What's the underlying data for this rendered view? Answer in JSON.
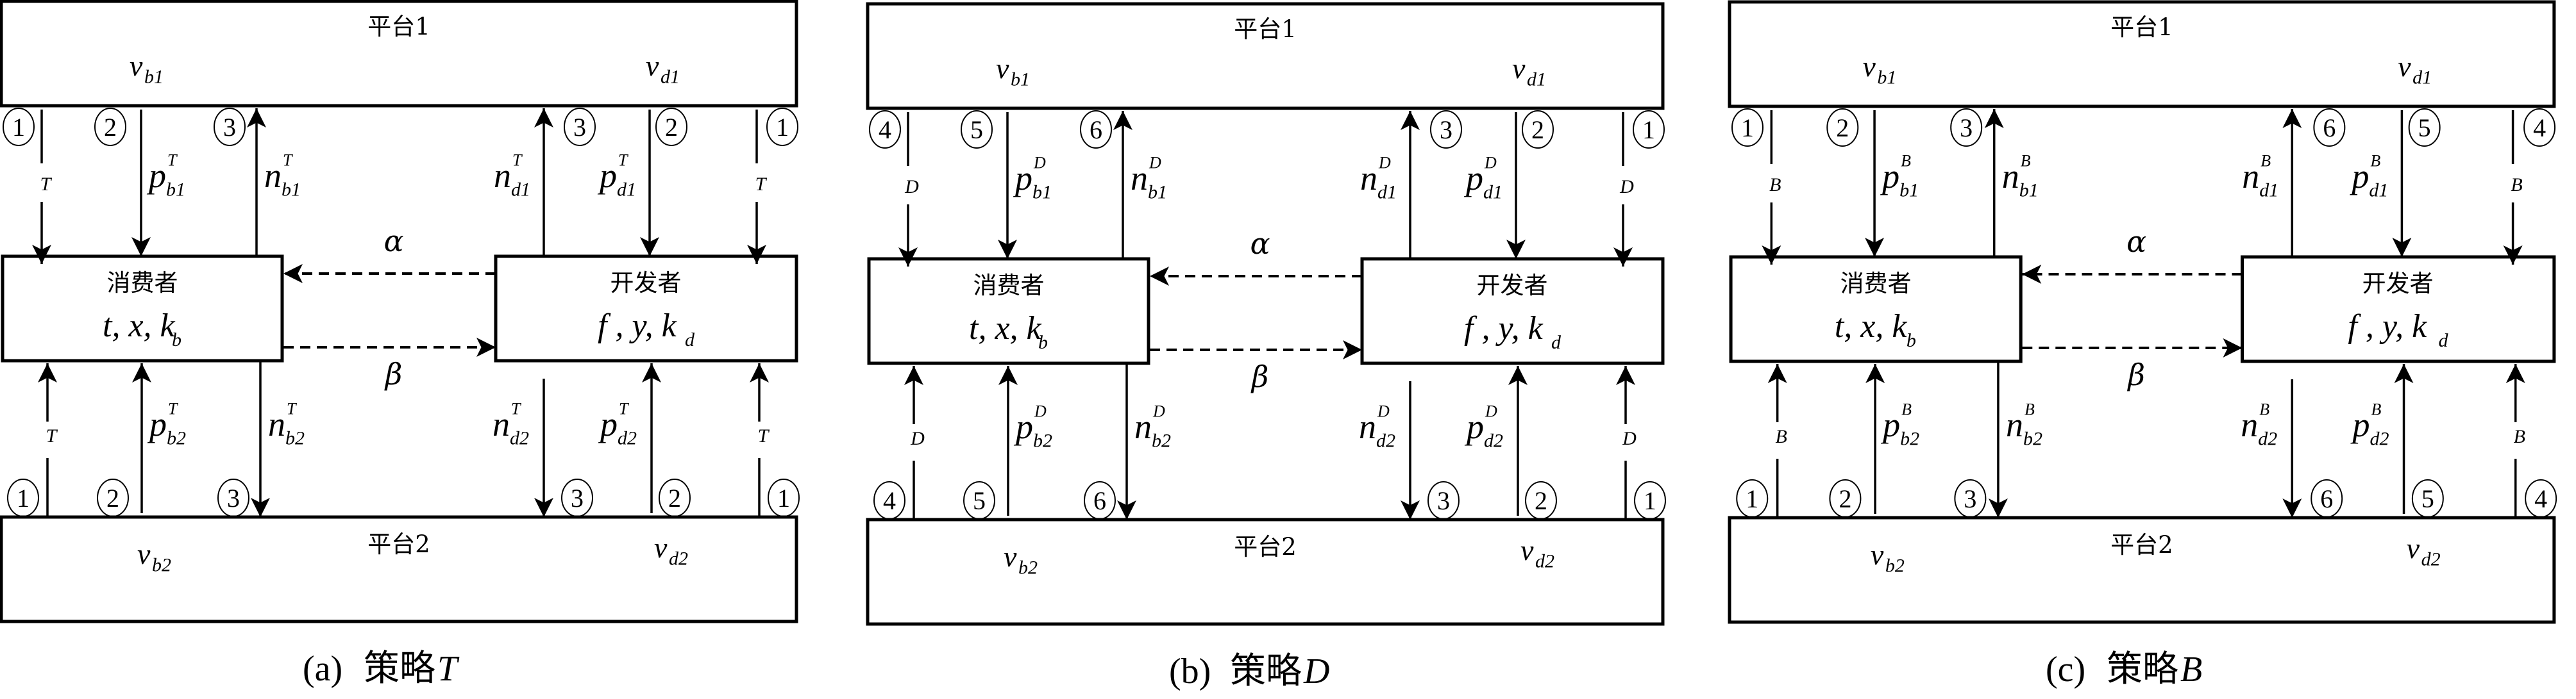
{
  "figure": {
    "panels": [
      {
        "id": "a",
        "caption_prefix": "(a) ",
        "caption_cjk": "策略",
        "caption_var": "T",
        "strategy_symbol": "T",
        "platform_top": {
          "title": "平台1",
          "left_var": "v",
          "left_sub": "b1",
          "right_var": "v",
          "right_sub": "d1"
        },
        "platform_bottom": {
          "title": "平台2",
          "left_var": "v",
          "left_sub": "b2",
          "right_var": "v",
          "right_sub": "d2"
        },
        "consumer": {
          "title": "消费者",
          "vars": "t, x, k",
          "vars_sub": "b"
        },
        "developer": {
          "title": "开发者",
          "vars": "f , y, k",
          "vars_sub": "d"
        },
        "alpha": "α",
        "beta": "β",
        "top_edges": [
          {
            "step": "①",
            "label": "T",
            "label_sup": "",
            "label_sub": "",
            "dir": "down",
            "side": "consumer"
          },
          {
            "step": "②",
            "label": "p",
            "label_sup": "T",
            "label_sub": "b1",
            "dir": "down",
            "side": "consumer"
          },
          {
            "step": "③",
            "label": "n",
            "label_sup": "T",
            "label_sub": "b1",
            "dir": "up",
            "side": "consumer"
          },
          {
            "step": "③",
            "label": "n",
            "label_sup": "T",
            "label_sub": "d1",
            "dir": "up",
            "side": "developer"
          },
          {
            "step": "②",
            "label": "p",
            "label_sup": "T",
            "label_sub": "d1",
            "dir": "down",
            "side": "developer"
          },
          {
            "step": "①",
            "label": "T",
            "label_sup": "",
            "label_sub": "",
            "dir": "down",
            "side": "developer"
          }
        ],
        "bottom_edges": [
          {
            "step": "①",
            "label": "T",
            "label_sup": "",
            "label_sub": "",
            "dir": "up",
            "side": "consumer"
          },
          {
            "step": "②",
            "label": "p",
            "label_sup": "T",
            "label_sub": "b2",
            "dir": "up",
            "side": "consumer"
          },
          {
            "step": "③",
            "label": "n",
            "label_sup": "T",
            "label_sub": "b2",
            "dir": "down",
            "side": "consumer"
          },
          {
            "step": "③",
            "label": "n",
            "label_sup": "T",
            "label_sub": "d2",
            "dir": "down",
            "side": "developer"
          },
          {
            "step": "②",
            "label": "p",
            "label_sup": "T",
            "label_sub": "d2",
            "dir": "up",
            "side": "developer"
          },
          {
            "step": "①",
            "label": "T",
            "label_sup": "",
            "label_sub": "",
            "dir": "up",
            "side": "developer"
          }
        ]
      },
      {
        "id": "b",
        "caption_prefix": "(b) ",
        "caption_cjk": "策略",
        "caption_var": "D",
        "strategy_symbol": "D",
        "platform_top": {
          "title": "平台1",
          "left_var": "v",
          "left_sub": "b1",
          "right_var": "v",
          "right_sub": "d1"
        },
        "platform_bottom": {
          "title": "平台2",
          "left_var": "v",
          "left_sub": "b2",
          "right_var": "v",
          "right_sub": "d2"
        },
        "consumer": {
          "title": "消费者",
          "vars": "t, x, k",
          "vars_sub": "b"
        },
        "developer": {
          "title": "开发者",
          "vars": "f , y, k",
          "vars_sub": "d"
        },
        "alpha": "α",
        "beta": "β",
        "top_edges": [
          {
            "step": "④",
            "label": "D",
            "label_sup": "",
            "label_sub": "",
            "dir": "down",
            "side": "consumer"
          },
          {
            "step": "⑤",
            "label": "p",
            "label_sup": "D",
            "label_sub": "b1",
            "dir": "down",
            "side": "consumer"
          },
          {
            "step": "⑥",
            "label": "n",
            "label_sup": "D",
            "label_sub": "b1",
            "dir": "up",
            "side": "consumer"
          },
          {
            "step": "③",
            "label": "n",
            "label_sup": "D",
            "label_sub": "d1",
            "dir": "up",
            "side": "developer"
          },
          {
            "step": "②",
            "label": "p",
            "label_sup": "D",
            "label_sub": "d1",
            "dir": "down",
            "side": "developer"
          },
          {
            "step": "①",
            "label": "D",
            "label_sup": "",
            "label_sub": "",
            "dir": "down",
            "side": "developer"
          }
        ],
        "bottom_edges": [
          {
            "step": "④",
            "label": "D",
            "label_sup": "",
            "label_sub": "",
            "dir": "up",
            "side": "consumer"
          },
          {
            "step": "⑤",
            "label": "p",
            "label_sup": "D",
            "label_sub": "b2",
            "dir": "up",
            "side": "consumer"
          },
          {
            "step": "⑥",
            "label": "n",
            "label_sup": "D",
            "label_sub": "b2",
            "dir": "down",
            "side": "consumer"
          },
          {
            "step": "③",
            "label": "n",
            "label_sup": "D",
            "label_sub": "d2",
            "dir": "down",
            "side": "developer"
          },
          {
            "step": "②",
            "label": "p",
            "label_sup": "D",
            "label_sub": "d2",
            "dir": "up",
            "side": "developer"
          },
          {
            "step": "①",
            "label": "D",
            "label_sup": "",
            "label_sub": "",
            "dir": "up",
            "side": "developer"
          }
        ]
      },
      {
        "id": "c",
        "caption_prefix": "(c) ",
        "caption_cjk": "策略",
        "caption_var": "B",
        "strategy_symbol": "B",
        "platform_top": {
          "title": "平台1",
          "left_var": "v",
          "left_sub": "b1",
          "right_var": "v",
          "right_sub": "d1"
        },
        "platform_bottom": {
          "title": "平台2",
          "left_var": "v",
          "left_sub": "b2",
          "right_var": "v",
          "right_sub": "d2"
        },
        "consumer": {
          "title": "消费者",
          "vars": "t, x, k",
          "vars_sub": "b"
        },
        "developer": {
          "title": "开发者",
          "vars": "f , y, k",
          "vars_sub": "d"
        },
        "alpha": "α",
        "beta": "β",
        "top_edges": [
          {
            "step": "①",
            "label": "B",
            "label_sup": "",
            "label_sub": "",
            "dir": "down",
            "side": "consumer"
          },
          {
            "step": "②",
            "label": "p",
            "label_sup": "B",
            "label_sub": "b1",
            "dir": "down",
            "side": "consumer"
          },
          {
            "step": "③",
            "label": "n",
            "label_sup": "B",
            "label_sub": "b1",
            "dir": "up",
            "side": "consumer"
          },
          {
            "step": "⑥",
            "label": "n",
            "label_sup": "B",
            "label_sub": "d1",
            "dir": "up",
            "side": "developer"
          },
          {
            "step": "⑤",
            "label": "p",
            "label_sup": "B",
            "label_sub": "d1",
            "dir": "down",
            "side": "developer"
          },
          {
            "step": "④",
            "label": "B",
            "label_sup": "",
            "label_sub": "",
            "dir": "down",
            "side": "developer"
          }
        ],
        "bottom_edges": [
          {
            "step": "①",
            "label": "B",
            "label_sup": "",
            "label_sub": "",
            "dir": "up",
            "side": "consumer"
          },
          {
            "step": "②",
            "label": "p",
            "label_sup": "B",
            "label_sub": "b2",
            "dir": "up",
            "side": "consumer"
          },
          {
            "step": "③",
            "label": "n",
            "label_sup": "B",
            "label_sub": "b2",
            "dir": "down",
            "side": "consumer"
          },
          {
            "step": "⑥",
            "label": "n",
            "label_sup": "B",
            "label_sub": "d2",
            "dir": "down",
            "side": "developer"
          },
          {
            "step": "⑤",
            "label": "p",
            "label_sup": "B",
            "label_sub": "d2",
            "dir": "up",
            "side": "developer"
          },
          {
            "step": "④",
            "label": "B",
            "label_sup": "",
            "label_sub": "",
            "dir": "up",
            "side": "developer"
          }
        ]
      }
    ]
  }
}
